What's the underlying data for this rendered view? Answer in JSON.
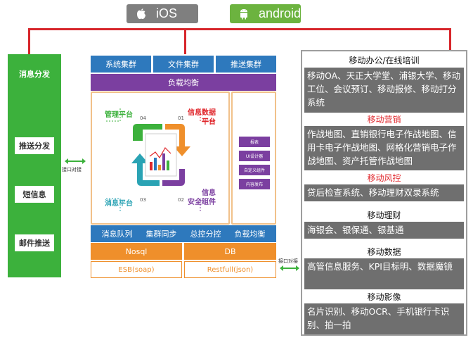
{
  "badges": {
    "ios": "iOS",
    "android": "android"
  },
  "left": {
    "title": "消息分发",
    "items": [
      "推送分发",
      "短信息",
      "邮件推送"
    ]
  },
  "interface_label": "接口对接",
  "center": {
    "top_row": [
      "系统集群",
      "文件集群",
      "推送集群"
    ],
    "load_balance": "负载均衡",
    "platforms": {
      "manage": "管理平台",
      "manage_num": "04",
      "info_data": "信息数据\n平台",
      "info_data_num": "01",
      "push": "消息平台",
      "push_num": "03",
      "security": "信息\n安全组件",
      "security_num": "02"
    },
    "tools": [
      "报表",
      "UI设计器",
      "自定义组件",
      "内容发布"
    ],
    "service_row": [
      "消息队列",
      "集群同步",
      "总控分控",
      "负载均衡"
    ],
    "db_row": [
      "Nosql",
      "DB"
    ],
    "api_row": [
      "ESB(soap)",
      "Restfull(json)"
    ]
  },
  "right": {
    "sections": [
      {
        "title": "移动办公/在线培训",
        "red": false,
        "body": "移动OA、天正大学堂、浦银大学、移动工位、会议预订、移动报修、移动打分系统"
      },
      {
        "title": "移动营销",
        "red": true,
        "body": "作战地图、直销银行电子作战地图、信用卡电子作战地图、网格化营销电子作战地图、资产托管作战地图"
      },
      {
        "title": "移动风控",
        "red": true,
        "body": "贷后检查系统、移动理财双录系统"
      },
      {
        "title": "移动理财",
        "red": false,
        "body": "海银会、银保通、银基通"
      },
      {
        "title": "移动数据",
        "red": false,
        "body": "高管信息服务、KPI目标明、数据魔镜"
      },
      {
        "title": "移动影像",
        "red": false,
        "body": "名片识别、移动OCR、手机银行卡识别、拍一拍"
      }
    ]
  },
  "colors": {
    "green": "#3cb13c",
    "red": "#d7262b",
    "blue": "#2e79bd",
    "purple": "#7b3fa0",
    "orange": "#ef8f2b",
    "gray": "#6f6f6f"
  }
}
